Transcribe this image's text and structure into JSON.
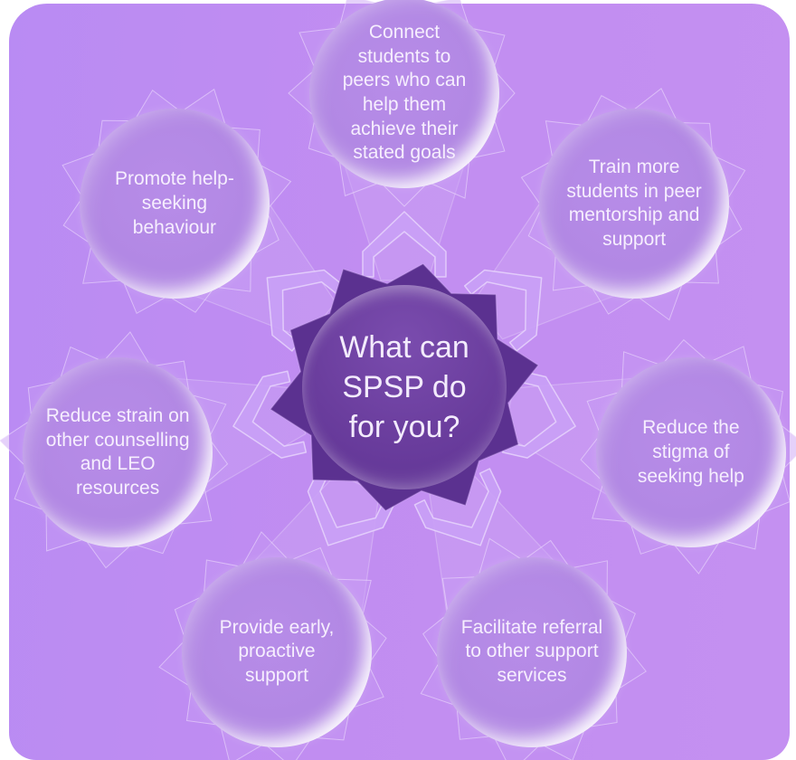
{
  "diagram": {
    "title": "What can SPSP do for you?",
    "center": {
      "label": "What can SPSP do for you?"
    },
    "nodes": [
      {
        "id": "connect",
        "label": "Connect students to peers who can help them achieve their stated goals"
      },
      {
        "id": "train",
        "label": "Train more students in peer mentorship and support"
      },
      {
        "id": "stigma",
        "label": "Reduce the stigma of seeking help"
      },
      {
        "id": "facilitate",
        "label": "Facilitate referral to other support services"
      },
      {
        "id": "provide",
        "label": "Provide early, proactive support"
      },
      {
        "id": "strain",
        "label": "Reduce strain on other counselling and LEO resources"
      },
      {
        "id": "promote",
        "label": "Promote help-seeking behaviour"
      }
    ],
    "colors": {
      "background": "#c18df1",
      "node_fill": "#b288e4",
      "center_fill": "#6a3d9c",
      "center_star": "#5b3190",
      "arrow_fill": "#c9a0f6",
      "arrow_outline": "#e8d7fc",
      "burst_fill": "#c69af3",
      "burst_outline": "#f0e2fe",
      "text": "#f6eefe"
    }
  }
}
